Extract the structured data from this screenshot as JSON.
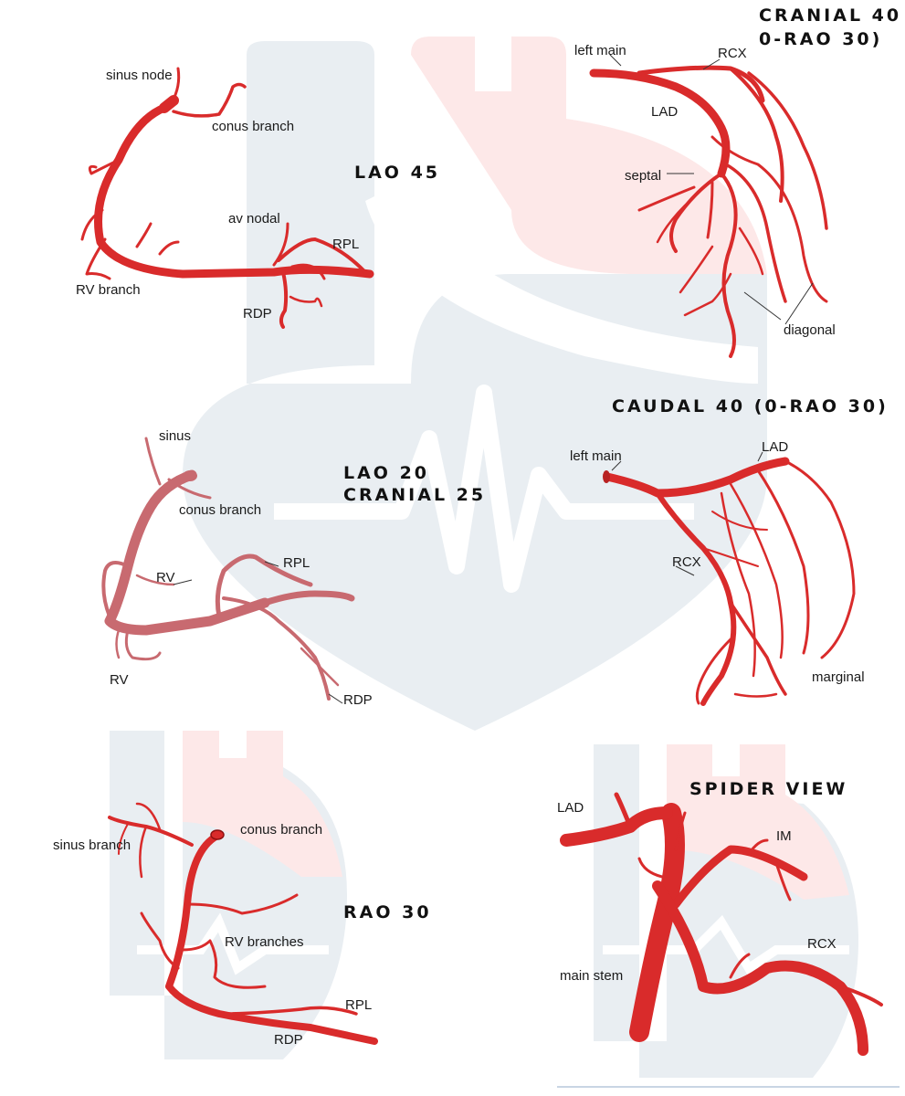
{
  "colors": {
    "artery": "#d92b2b",
    "artery_alt": "#c86a70",
    "watermark_blue": "#e8eef2",
    "watermark_pink": "#fce6e6",
    "text": "#1a1a1a"
  },
  "panels": {
    "lao45": {
      "title": "LAO 45",
      "labels": {
        "sinus_node": "sinus node",
        "conus_branch": "conus branch",
        "av_nodal": "av nodal",
        "rpl": "RPL",
        "rv_branch": "RV branch",
        "rdp": "RDP"
      }
    },
    "cranial40": {
      "title_line1": "CRANIAL 40",
      "title_line2": "0-RAO 30)",
      "labels": {
        "left_main": "left main",
        "rcx": "RCX",
        "lad": "LAD",
        "septal": "septal",
        "diagonal": "diagonal"
      }
    },
    "lao20": {
      "title_line1": "LAO 20",
      "title_line2": "CRANIAL 25",
      "labels": {
        "sinus": "sinus",
        "conus_branch": "conus branch",
        "rv_upper": "RV",
        "rpl": "RPL",
        "rv_lower": "RV",
        "rdp": "RDP"
      }
    },
    "caudal40": {
      "title": "CAUDAL 40 (0-RAO 30)",
      "labels": {
        "left_main": "left main",
        "lad": "LAD",
        "rcx": "RCX",
        "marginal": "marginal"
      }
    },
    "rao30": {
      "title": "RAO 30",
      "labels": {
        "sinus_branch": "sinus branch",
        "conus_branch": "conus branch",
        "rv_branches": "RV branches",
        "rpl": "RPL",
        "rdp": "RDP"
      }
    },
    "spider": {
      "title": "SPIDER VIEW",
      "labels": {
        "lad": "LAD",
        "im": "IM",
        "rcx": "RCX",
        "main_stem": "main stem"
      }
    }
  }
}
